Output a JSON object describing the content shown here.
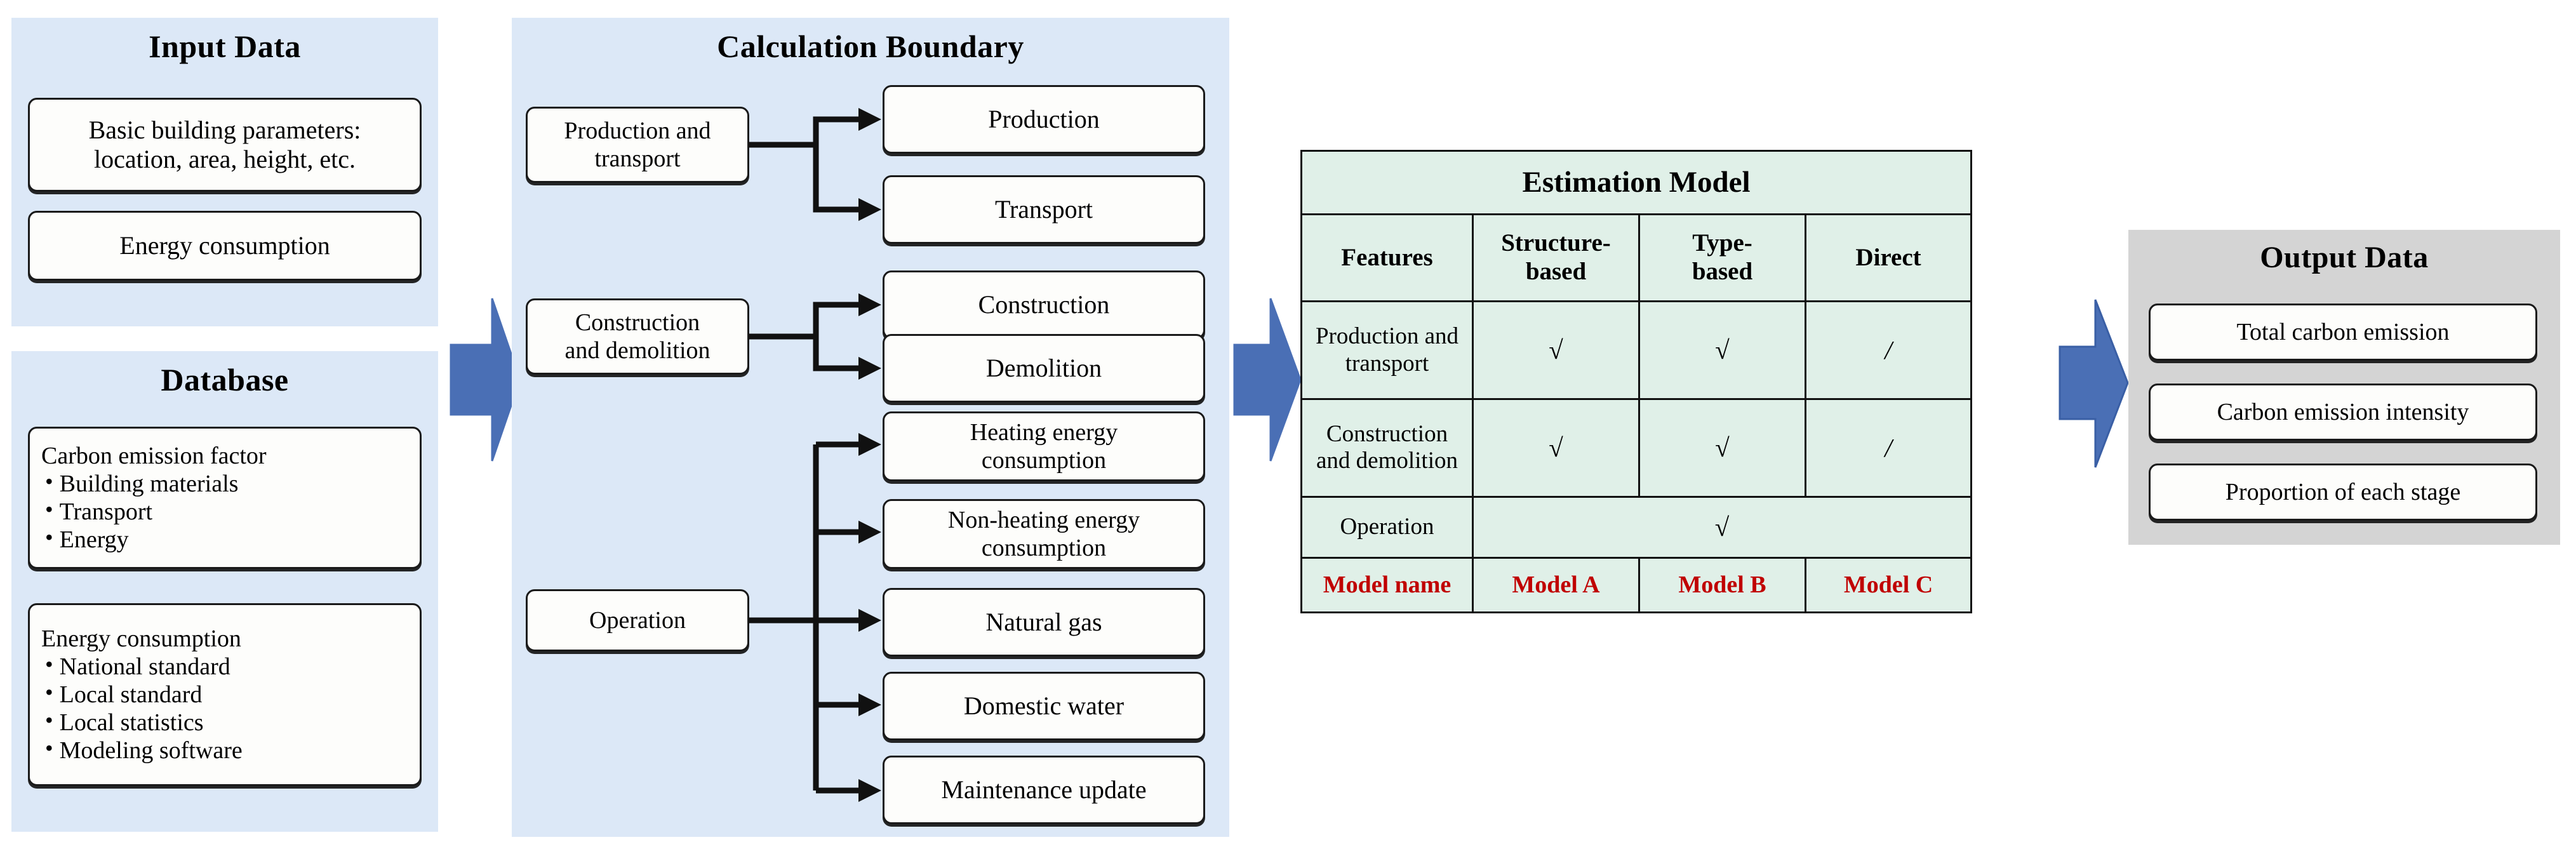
{
  "colors": {
    "panel_blue": "#dce8f7",
    "panel_grey": "#d4d4d4",
    "arrow_blue": "#4a6fb5",
    "table_green": "#e0f0e8",
    "header_blue": "#1111cc",
    "model_red": "#c00000"
  },
  "input_panel": {
    "title": "Input Data",
    "boxes": [
      {
        "name": "basic-building-parameters",
        "lines": [
          "Basic building parameters:",
          "location, area, height, etc."
        ]
      },
      {
        "name": "energy-consumption",
        "lines": [
          "Energy consumption"
        ]
      }
    ]
  },
  "database_panel": {
    "title": "Database",
    "boxes": [
      {
        "name": "carbon-emission-factor",
        "heading": "Carbon emission factor",
        "items": [
          "Building materials",
          "Transport",
          "Energy"
        ]
      },
      {
        "name": "energy-consumption-sources",
        "heading": "Energy consumption",
        "items": [
          "National standard",
          "Local standard",
          "Local statistics",
          "Modeling software"
        ]
      }
    ]
  },
  "boundary_panel": {
    "title": "Calculation Boundary",
    "stages": [
      {
        "name": "production-and-transport",
        "label": "Production and transport",
        "label_lines": [
          "Production and",
          "transport"
        ]
      },
      {
        "name": "construction-and-demolition",
        "label": "Construction and demolition",
        "label_lines": [
          "Construction",
          "and demolition"
        ]
      },
      {
        "name": "operation",
        "label": "Operation",
        "label_lines": [
          "Operation"
        ]
      }
    ],
    "items": [
      {
        "name": "production",
        "lines": [
          "Production"
        ]
      },
      {
        "name": "transport",
        "lines": [
          "Transport"
        ]
      },
      {
        "name": "construction",
        "lines": [
          "Construction"
        ]
      },
      {
        "name": "demolition",
        "lines": [
          "Demolition"
        ]
      },
      {
        "name": "heating-energy-consumption",
        "lines": [
          "Heating energy",
          "consumption"
        ]
      },
      {
        "name": "non-heating-energy-consumption",
        "lines": [
          "Non-heating energy",
          "consumption"
        ]
      },
      {
        "name": "natural-gas",
        "lines": [
          "Natural gas"
        ]
      },
      {
        "name": "domestic-water",
        "lines": [
          "Domestic water"
        ]
      },
      {
        "name": "maintenance-update",
        "lines": [
          "Maintenance update"
        ]
      }
    ]
  },
  "estimation_model": {
    "title": "Estimation Model",
    "columns": [
      "Features",
      "Structure-based",
      "Type-based",
      "Direct"
    ],
    "column_lines": [
      [
        "Features"
      ],
      [
        "Structure-",
        "based"
      ],
      [
        "Type-",
        "based"
      ],
      [
        "Direct"
      ]
    ],
    "rows": [
      {
        "feature_lines": [
          "Production and",
          "transport"
        ],
        "values": [
          "√",
          "√",
          "/"
        ]
      },
      {
        "feature_lines": [
          "Construction",
          "and demolition"
        ],
        "values": [
          "√",
          "√",
          "/"
        ]
      },
      {
        "feature_lines": [
          "Operation"
        ],
        "values": [
          "√"
        ],
        "merged": true
      }
    ],
    "model_row": {
      "label": "Model name",
      "models": [
        "Model A",
        "Model B",
        "Model C"
      ]
    }
  },
  "output_panel": {
    "title": "Output Data",
    "boxes": [
      {
        "name": "total-carbon-emission",
        "label": "Total carbon emission"
      },
      {
        "name": "carbon-emission-intensity",
        "label": "Carbon emission intensity"
      },
      {
        "name": "proportion-of-each-stage",
        "label": "Proportion of each stage"
      }
    ]
  },
  "flow_arrows": [
    {
      "name": "arrow-input-to-boundary"
    },
    {
      "name": "arrow-boundary-to-model"
    },
    {
      "name": "arrow-model-to-output"
    }
  ]
}
